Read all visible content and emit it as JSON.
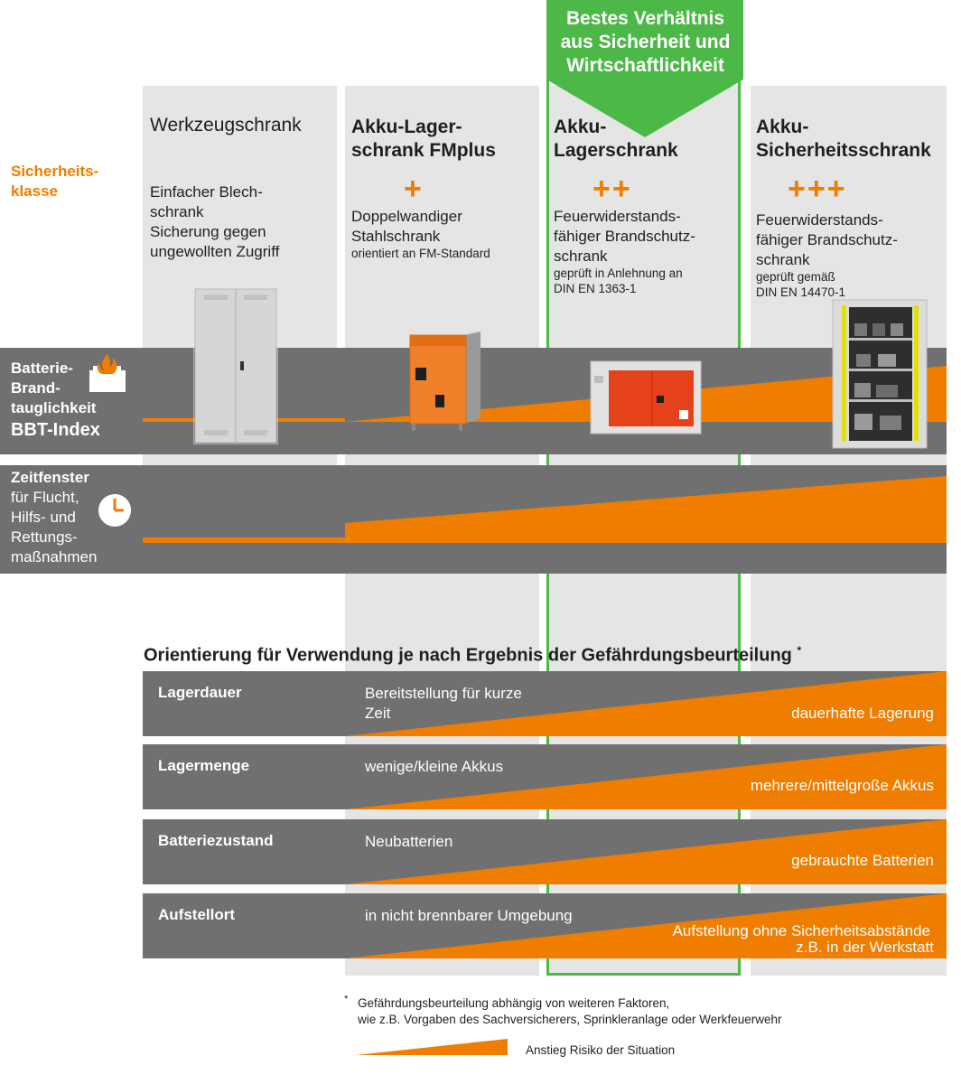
{
  "highlight": {
    "line1": "Bestes Verhältnis",
    "line2": "aus Sicherheit und",
    "line3": "Wirtschaftlichkeit",
    "color": "#4cb848"
  },
  "side": {
    "safety_class_line1": "Sicherheits-",
    "safety_class_line2": "klasse",
    "bbt_line1": "Batterie-",
    "bbt_line2": "Brand-",
    "bbt_line3": "tauglichkeit",
    "bbt_line4": "BBT-Index",
    "time_line1": "Zeitfenster",
    "time_line2": "für Flucht,",
    "time_line3": "Hilfs- und",
    "time_line4": "Rettungs-",
    "time_line5": "maßnahmen"
  },
  "columns": [
    {
      "title_line1": "Werkzeugschrank",
      "title_line2": "",
      "plus": "",
      "desc_line1": "Einfacher Blech-",
      "desc_line2": "schrank",
      "desc_line3": "Sicherung gegen",
      "desc_line4": "ungewollten Zugriff",
      "note_line1": "",
      "note_line2": "",
      "image": "grey-tool-cabinet"
    },
    {
      "title_line1": "Akku-Lager-",
      "title_line2": "schrank FMplus",
      "plus": "+",
      "desc_line1": "Doppelwandiger",
      "desc_line2": "Stahlschrank",
      "desc_line3": "",
      "desc_line4": "",
      "note_line1": "orientiert an FM-Standard",
      "note_line2": "",
      "image": "orange-steel-cabinet"
    },
    {
      "title_line1": "Akku-",
      "title_line2": "Lagerschrank",
      "plus": "++",
      "desc_line1": "Feuerwiderstands-",
      "desc_line2": "fähiger Brandschutz-",
      "desc_line3": "schrank",
      "desc_line4": "",
      "note_line1": "geprüft in Anlehnung an",
      "note_line2": "DIN EN 1363-1",
      "image": "battery-storage-cabinet"
    },
    {
      "title_line1": "Akku-",
      "title_line2": "Sicherheitsschrank",
      "plus": "+++",
      "desc_line1": "Feuerwiderstands-",
      "desc_line2": "fähiger Brandschutz-",
      "desc_line3": "schrank",
      "desc_line4": "",
      "note_line1": "geprüft gemäß",
      "note_line2": "DIN EN 14470-1",
      "image": "battery-safety-cabinet"
    }
  ],
  "orientation": {
    "title": "Orientierung für Verwendung je nach Ergebnis der Gefährdungsbeurteilung",
    "title_mark": "*",
    "rows": [
      {
        "label": "Lagerdauer",
        "left_line1": "Bereitstellung für kurze",
        "left_line2": "Zeit",
        "right_line1": "dauerhafte Lagerung",
        "right_line2": ""
      },
      {
        "label": "Lagermenge",
        "left_line1": "wenige/kleine Akkus",
        "left_line2": "",
        "right_line1": "mehrere/mittelgroße Akkus",
        "right_line2": ""
      },
      {
        "label": "Batteriezustand",
        "left_line1": "Neubatterien",
        "left_line2": "",
        "right_line1": "gebrauchte Batterien",
        "right_line2": ""
      },
      {
        "label": "Aufstellort",
        "left_line1": "in nicht brennbarer Umgebung",
        "left_line2": "",
        "right_line1": "Aufstellung ohne Sicherheitsabstände",
        "right_line2": "z.B. in der Werkstatt"
      }
    ]
  },
  "footnote": {
    "mark": "*",
    "line1": "Gefährdungsbeurteilung abhängig von weiteren Faktoren,",
    "line2": "wie z.B. Vorgaben des Sachversicherers, Sprinkleranlage oder Werkfeuerwehr"
  },
  "legend": {
    "label": "Anstieg Risiko der Situation"
  },
  "colors": {
    "orange": "#ef7d00",
    "band_grey": "#707070",
    "column_grey": "#e5e5e5",
    "green": "#4cb848"
  }
}
